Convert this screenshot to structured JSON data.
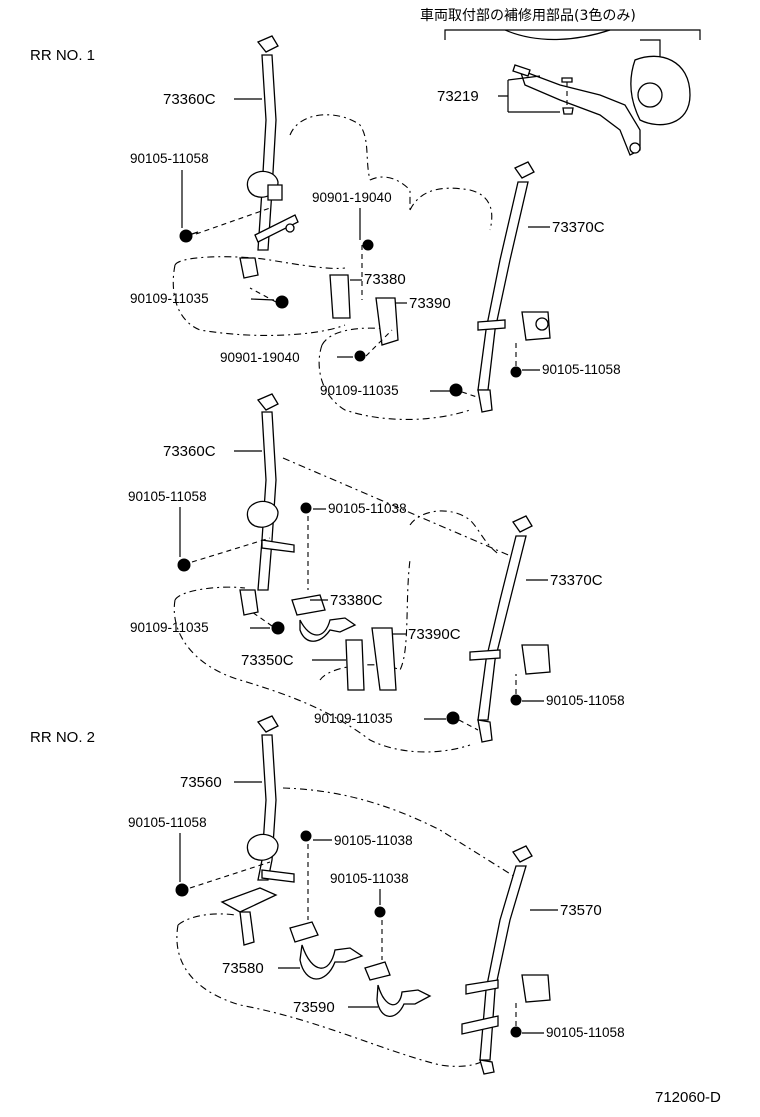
{
  "diagram": {
    "code": "712060-D",
    "jp_note": "車両取付部の補修用部品(3色のみ)",
    "sections": [
      {
        "title": "RR  NO. 1"
      },
      {
        "title": "RR  NO. 2"
      }
    ],
    "labels": {
      "a1": "73360C",
      "a2": "90105-11058",
      "a3": "90901-19040",
      "a4": "73380",
      "a5": "73390",
      "a6": "90109-11035",
      "a7": "90901-19040",
      "a8": "90109-11035",
      "a9": "73370C",
      "a10": "90105-11058",
      "a11": "73219",
      "b1": "73360C",
      "b2": "90105-11058",
      "b3": "90105-11038",
      "b4": "73380C",
      "b5": "73390C",
      "b6": "90109-11035",
      "b7": "73350C",
      "b8": "90109-11035",
      "b9": "73370C",
      "b10": "90105-11058",
      "c1": "73560",
      "c2": "90105-11058",
      "c3": "90105-11038",
      "c4": "90105-11038",
      "c5": "73570",
      "c6": "73580",
      "c7": "73590",
      "c8": "90105-11058"
    }
  }
}
